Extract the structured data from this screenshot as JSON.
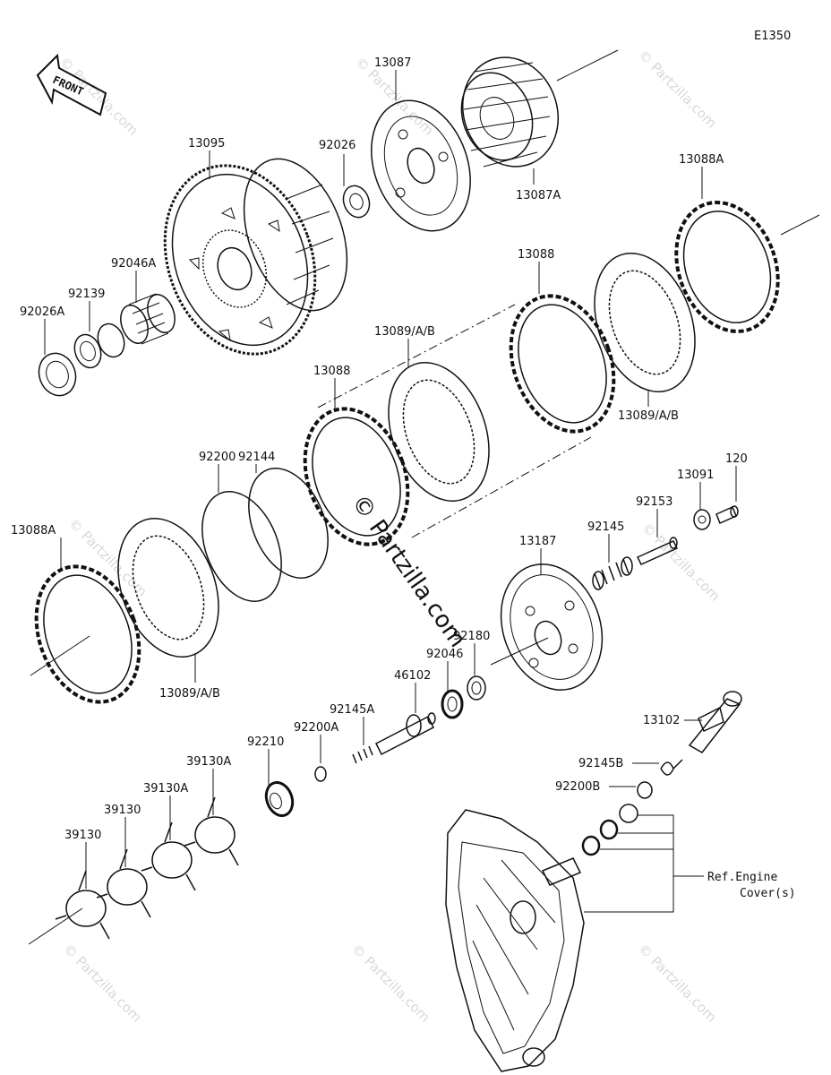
{
  "diagram_code": "E1350",
  "front_label": "FRONT",
  "labels": {
    "p13087": "13087",
    "p13087A": "13087A",
    "p92026": "92026",
    "p13095": "13095",
    "p92046A": "92046A",
    "p92139": "92139",
    "p92026A": "92026A",
    "p13088A_top": "13088A",
    "p13088_right": "13088",
    "p13089_right": "13089/A/B",
    "p13089_mid": "13089/A/B",
    "p13088_mid": "13088",
    "p92144": "92144",
    "p92200": "92200",
    "p13088A_left": "13088A",
    "p13089_left": "13089/A/B",
    "p13091": "13091",
    "p120": "120",
    "p92153": "92153",
    "p92145": "92145",
    "p13187": "13187",
    "p92180": "92180",
    "p92046": "92046",
    "p46102": "46102",
    "p92145A": "92145A",
    "p92200A": "92200A",
    "p92210": "92210",
    "p39130A_1": "39130A",
    "p39130A_2": "39130A",
    "p39130_1": "39130",
    "p39130_2": "39130",
    "p13102": "13102",
    "p92145B": "92145B",
    "p92200B": "92200B"
  },
  "ref_engine_cover": [
    "Ref.Engine",
    "Cover(s)"
  ],
  "watermark": {
    "center": "© Partzilla.com",
    "repeat": "© Partzilla.com"
  }
}
